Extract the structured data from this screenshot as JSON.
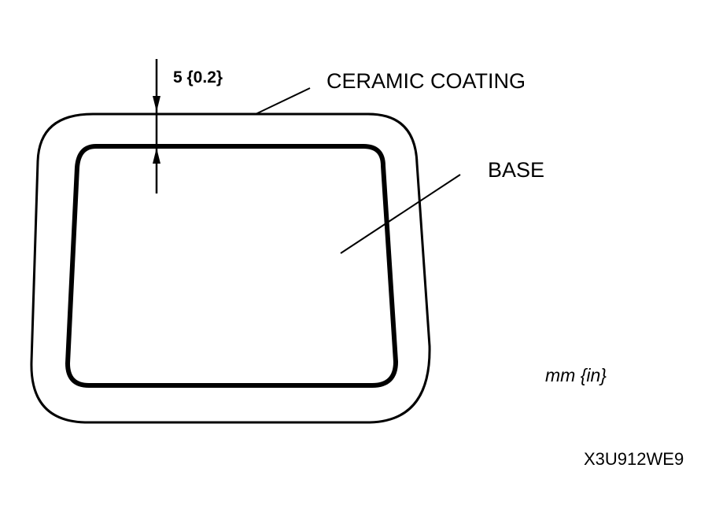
{
  "labels": {
    "dimension": "5 {0.2}",
    "coating": "CERAMIC COATING",
    "base": "BASE",
    "units": "mm {in}",
    "figure_id": "X3U912WE9"
  },
  "colors": {
    "ink": "#000000",
    "background": "#ffffff"
  }
}
